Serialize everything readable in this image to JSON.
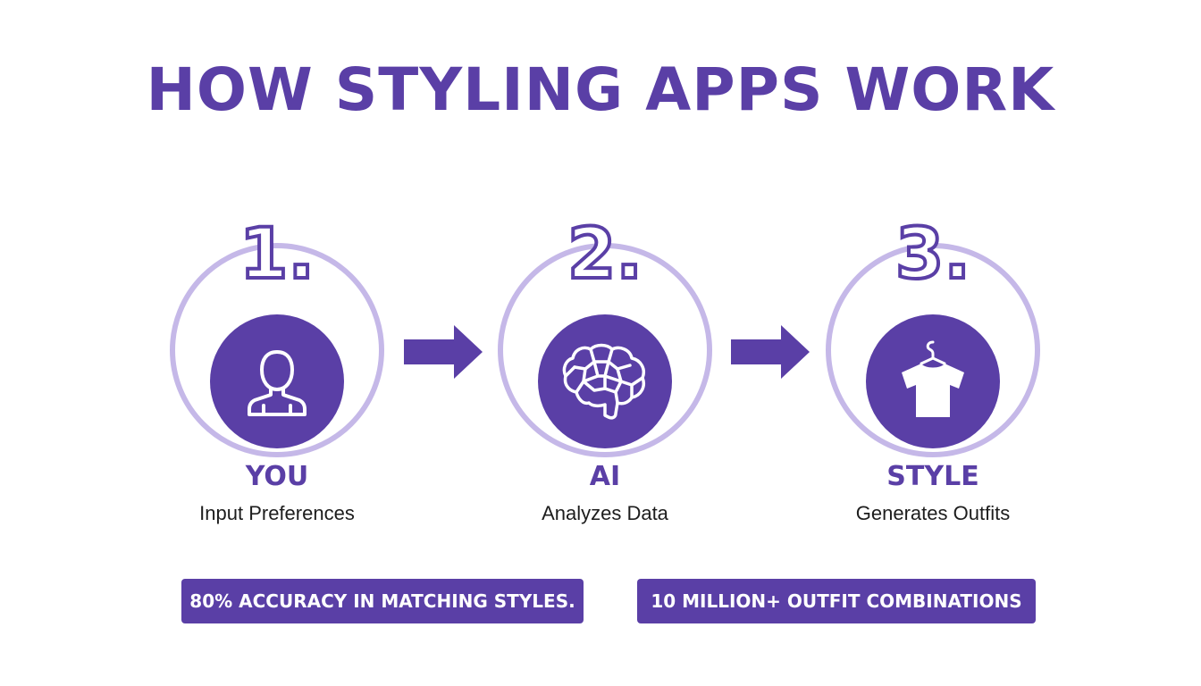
{
  "title": "HOW STYLING APPS WORK",
  "colors": {
    "primary": "#5a3fa6",
    "ring": "#c5b8e8",
    "background": "#ffffff",
    "text": "#1d1d1d"
  },
  "steps": [
    {
      "number": "1.",
      "icon": "person-icon",
      "label": "YOU",
      "description": "Input Preferences"
    },
    {
      "number": "2.",
      "icon": "brain-icon",
      "label": "AI",
      "description": "Analyzes Data"
    },
    {
      "number": "3.",
      "icon": "tshirt-on-hanger-icon",
      "label": "STYLE",
      "description": "Generates Outfits"
    }
  ],
  "connectors": [
    "arrow-right-icon",
    "arrow-right-icon"
  ],
  "stats": [
    {
      "text": "80% ACCURACY IN MATCHING STYLES."
    },
    {
      "text": "10 MILLION+ OUTFIT COMBINATIONS"
    }
  ]
}
